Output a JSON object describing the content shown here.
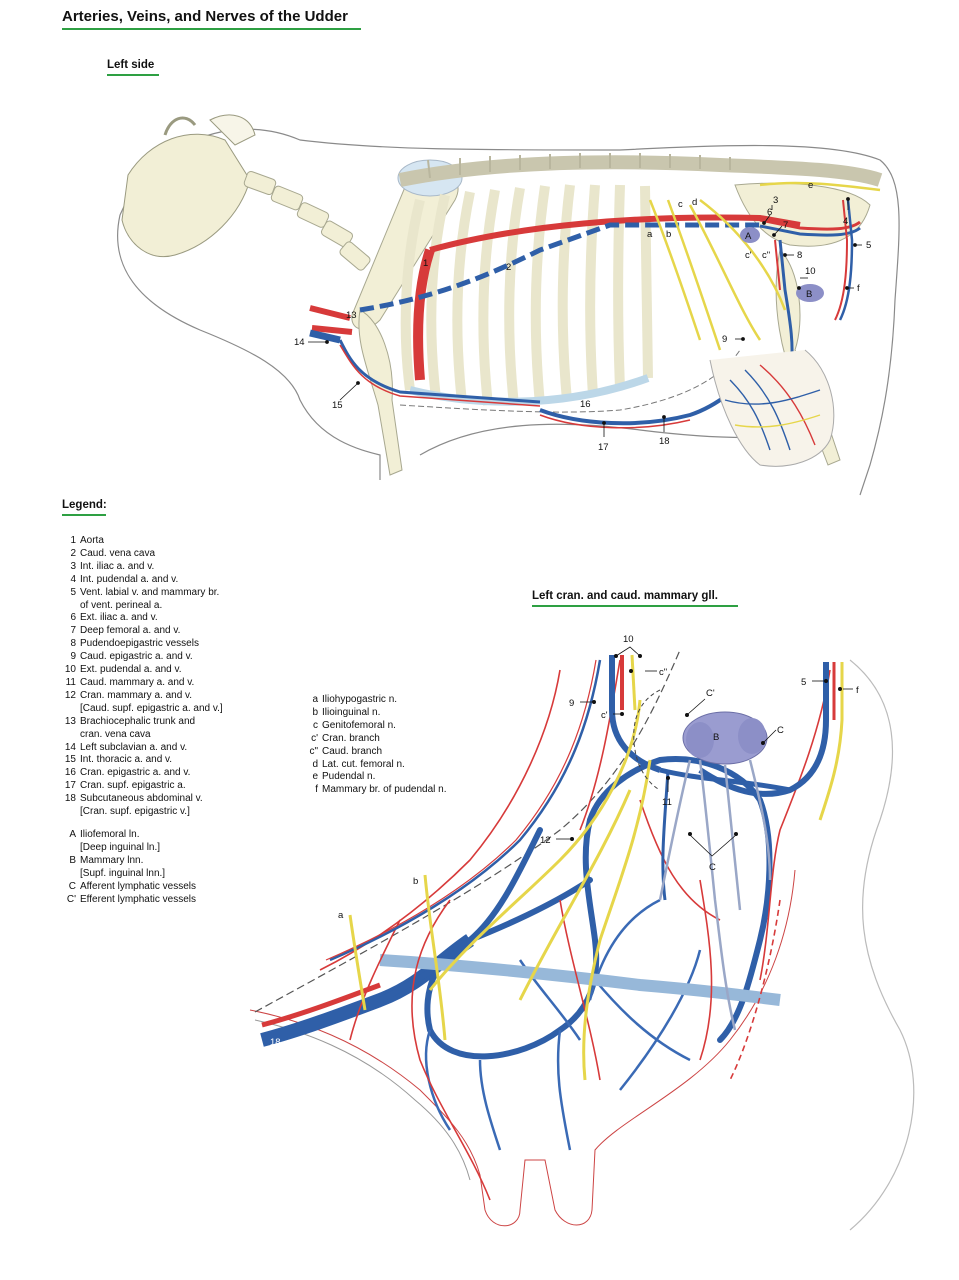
{
  "title": "Arteries, Veins, and Nerves of the Udder",
  "left_side_heading": "Left side",
  "legend_heading": "Legend:",
  "mammary_heading": "Left cran. and caud. mammary gll.",
  "colors": {
    "artery": "#d73a3a",
    "vein": "#2f5fa8",
    "nerve": "#e6d64a",
    "lymph": "#8c8fc7",
    "bone": "#f4f0d8",
    "underline": "#2ea043"
  },
  "legend_numbers": [
    {
      "key": "1",
      "text": "Aorta"
    },
    {
      "key": "2",
      "text": "Caud. vena cava"
    },
    {
      "key": "3",
      "text": "Int. iliac a. and v."
    },
    {
      "key": "4",
      "text": "Int. pudendal a. and v."
    },
    {
      "key": "5",
      "text": "Vent. labial v. and mammary br."
    },
    {
      "key": "",
      "text": "of vent. perineal a."
    },
    {
      "key": "6",
      "text": "Ext. iliac a. and v."
    },
    {
      "key": "7",
      "text": "Deep femoral a. and v."
    },
    {
      "key": "8",
      "text": "Pudendoepigastric vessels"
    },
    {
      "key": "9",
      "text": "Caud. epigastric a. and v."
    },
    {
      "key": "10",
      "text": "Ext. pudendal a. and v."
    },
    {
      "key": "11",
      "text": "Caud. mammary a. and v."
    },
    {
      "key": "12",
      "text": "Cran. mammary a. and v."
    },
    {
      "key": "",
      "text": "[Caud. supf. epigastric a. and v.]"
    },
    {
      "key": "13",
      "text": "Brachiocephalic trunk and"
    },
    {
      "key": "",
      "text": "cran. vena cava"
    },
    {
      "key": "14",
      "text": "Left subclavian a. and v."
    },
    {
      "key": "15",
      "text": "Int. thoracic a. and v."
    },
    {
      "key": "16",
      "text": "Cran. epigastric a. and v."
    },
    {
      "key": "17",
      "text": "Cran. supf. epigastric a."
    },
    {
      "key": "18",
      "text": "Subcutaneous abdominal v."
    },
    {
      "key": "",
      "text": "[Cran. supf. epigastric v.]"
    }
  ],
  "legend_letters": [
    {
      "key": "A",
      "text": "Iliofemoral ln."
    },
    {
      "key": "",
      "text": "[Deep inguinal ln.]"
    },
    {
      "key": "B",
      "text": "Mammary lnn."
    },
    {
      "key": "",
      "text": "[Supf. inguinal lnn.]"
    },
    {
      "key": "C",
      "text": "Afferent lymphatic vessels"
    },
    {
      "key": "C'",
      "text": "Efferent lymphatic vessels"
    }
  ],
  "legend_nerves": [
    {
      "key": "a",
      "text": "Iliohypogastric n."
    },
    {
      "key": "b",
      "text": "Ilioinguinal n."
    },
    {
      "key": "c",
      "text": "Genitofemoral n."
    },
    {
      "key": "c'",
      "text": "Cran. branch"
    },
    {
      "key": "c\"",
      "text": "Caud. branch"
    },
    {
      "key": "d",
      "text": "Lat. cut. femoral n."
    },
    {
      "key": "e",
      "text": "Pudendal n."
    },
    {
      "key": "f",
      "text": "Mammary br. of pudendal n."
    }
  ],
  "labels_top": {
    "n1": "1",
    "n2": "2",
    "n3": "3",
    "n4": "4",
    "n5": "5",
    "n6": "6",
    "n7": "7",
    "n8": "8",
    "n9": "9",
    "n10": "10",
    "n13": "13",
    "n14": "14",
    "n15": "15",
    "n16": "16",
    "n17": "17",
    "n18": "18",
    "a": "a",
    "b": "b",
    "c": "c",
    "d": "d",
    "e": "e",
    "f": "f",
    "cp": "c'",
    "cpp": "c\"",
    "A": "A",
    "B": "B"
  },
  "labels_bottom": {
    "n5": "5",
    "f": "f",
    "n9": "9",
    "n10": "10",
    "cpp": "c\"",
    "cp": "c'",
    "Cp": "C'",
    "B": "B",
    "C": "C",
    "C2": "C",
    "n11": "11",
    "n12": "12",
    "b": "b",
    "a": "a",
    "n18": "18"
  }
}
